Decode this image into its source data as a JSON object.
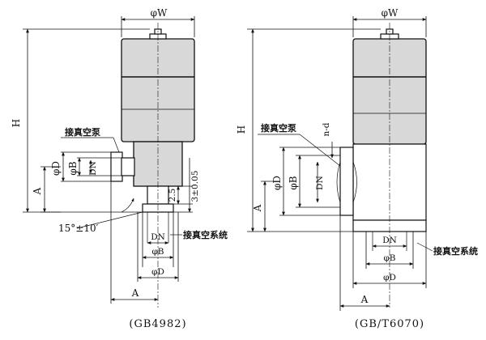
{
  "left_drawing": {
    "dim_phiW": "φW",
    "dim_H": "H",
    "dim_A_side": "A",
    "dim_phiD": "φD",
    "dim_phiB": "φB",
    "dim_DN": "DN",
    "dim_2_5": "2.5",
    "dim_3_005": "3±0.05",
    "angle": "15°±10′",
    "vacuum_pump": "接真空泵",
    "vacuum_system": "接真空系统",
    "bottom_DN": "DN",
    "bottom_phiB": "φB",
    "bottom_phiD": "φD",
    "dim_A_bottom": "A",
    "caption": "(GB4982)"
  },
  "right_drawing": {
    "dim_phiW": "φW",
    "dim_H": "H",
    "vacuum_pump": "接真空泵",
    "dim_n_d": "n-d",
    "dim_phiD": "φD",
    "dim_phiB": "φB",
    "dim_DN": "DN",
    "dim_A_side": "A",
    "bottom_DN": "DN",
    "bottom_phiB": "φB",
    "bottom_phiD": "φD",
    "vacuum_system": "接真空系统",
    "dim_A_bottom": "A",
    "caption": "(GB/T6070)"
  }
}
